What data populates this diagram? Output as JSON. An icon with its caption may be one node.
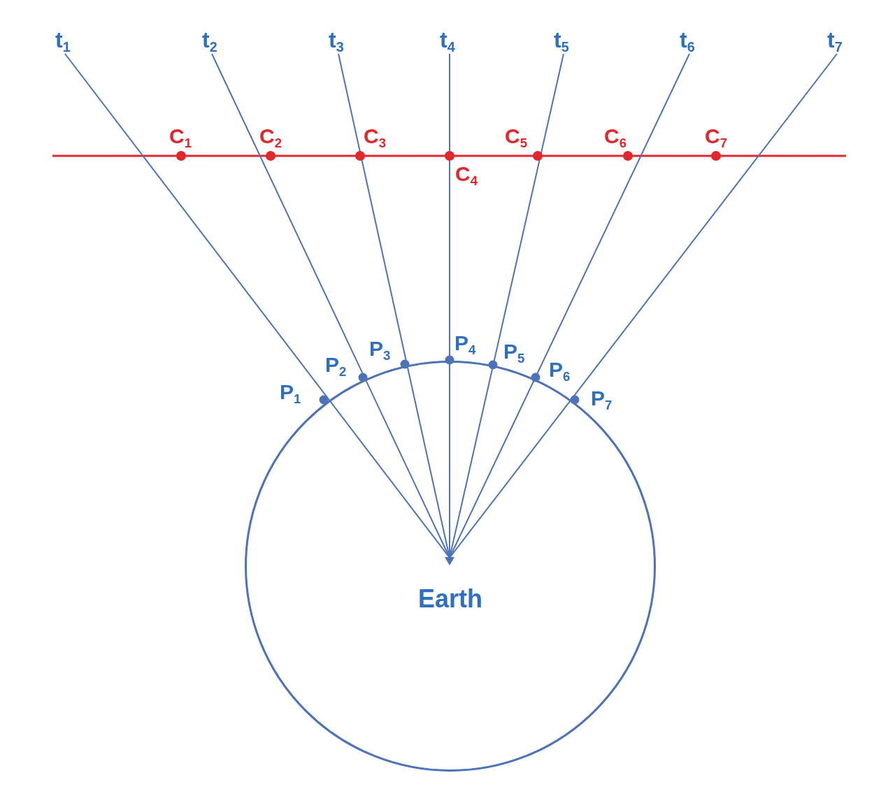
{
  "diagram": {
    "nodes": [
      {
        "text": [
          "t$_{1}$"
        ]
      },
      {
        "text": [
          "t$_{2}$"
        ]
      },
      {
        "text": [
          "t$_{3}$"
        ]
      },
      {
        "text": [
          "t$_{4}$"
        ]
      },
      {
        "text": [
          "t$_{5}$"
        ]
      },
      {
        "text": [
          "t$_{6}$"
        ]
      },
      {
        "text": [
          "t$_{7}$"
        ]
      },
      {
        "text": [
          "Earth"
        ]
      },
      {
        "text": [],
        "shape": "triangle",
        "in": 7
      }
    ],
    "edges": [
      {
        "from": 8,
        "to": 0,
        "arrow": "none"
      },
      {
        "from": 8,
        "to": 1,
        "arrow": "none"
      },
      {
        "from": 8,
        "to": 2,
        "arrow": "none"
      },
      {
        "from": 8,
        "to": 3,
        "arrow": "none"
      },
      {
        "from": 8,
        "to": 4,
        "arrow": "none"
      },
      {
        "from": 8,
        "to": 5,
        "arrow": "none"
      },
      {
        "from": 8,
        "to": 6,
        "arrow": "none"
      }
    ],
    "labels": [
      "C$_{1}$",
      "C$_{2}$",
      "C$_{3}$",
      "C$_{4}$",
      "C$_{5}$",
      "C$_{6}$",
      "C$_{7}$",
      "P$_{1}$",
      "P$_{2}$",
      "P$_{3}$",
      "P$_{4}$",
      "P$_{5}$",
      "P$_{6}$",
      "P$_{7}$"
    ]
  }
}
